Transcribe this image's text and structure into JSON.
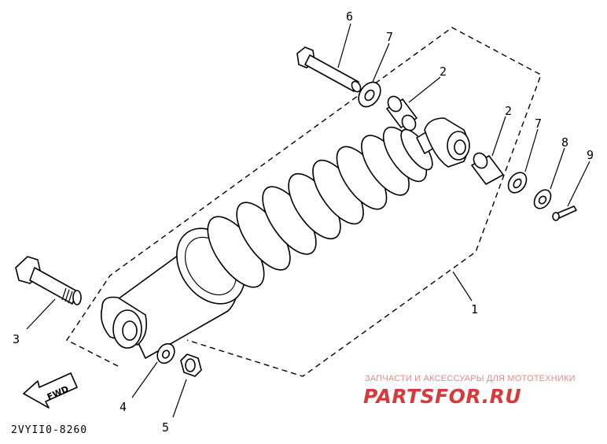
{
  "diagram": {
    "part_code": "2VYII0-8260",
    "fwd_label": "FWD",
    "callouts": {
      "c1": "1",
      "c2a": "2",
      "c2b": "2",
      "c3": "3",
      "c4": "4",
      "c5": "5",
      "c6": "6",
      "c7a": "7",
      "c7b": "7",
      "c8": "8",
      "c9": "9"
    }
  },
  "watermark": {
    "tagline": "ЗАПЧАСТИ И АКСЕССУАРЫ ДЛЯ МОТОТЕХНИКИ",
    "logo": "PARTSFOR.RU",
    "color": "#d63a3a"
  }
}
